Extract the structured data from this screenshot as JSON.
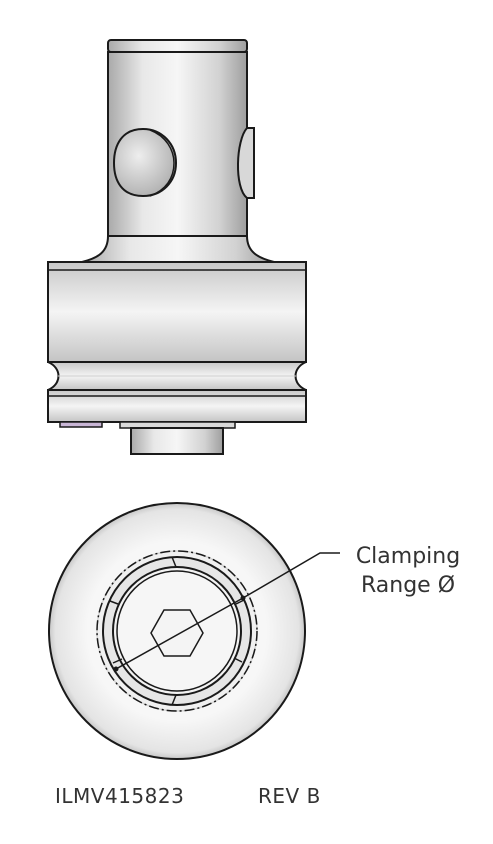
{
  "callout": {
    "line1": "Clamping",
    "line2": "Range Ø"
  },
  "footer": {
    "part_number": "ILMV415823",
    "revision": "REV B"
  },
  "colors": {
    "metal_light": "#f2f2f2",
    "metal_mid": "#d4d4d4",
    "metal_dark": "#a9a9a9",
    "outline": "#1a1a1a",
    "pad_purple": "#c9b6d6",
    "text": "#333333"
  }
}
